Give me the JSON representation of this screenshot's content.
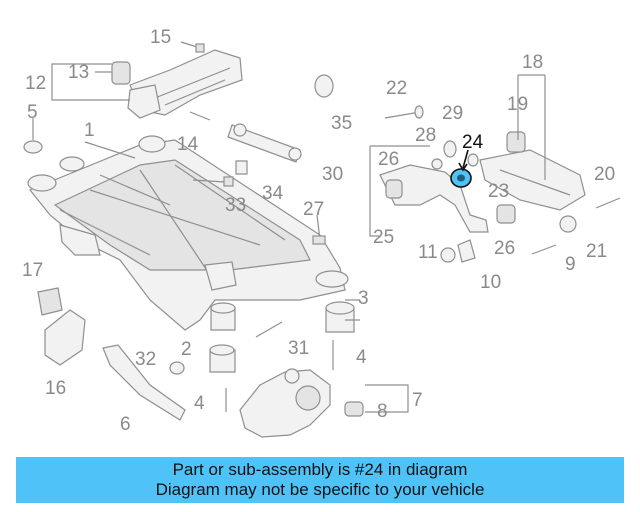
{
  "callouts": {
    "c1": "1",
    "c2": "2",
    "c3": "3",
    "c4a": "4",
    "c4b": "4",
    "c5": "5",
    "c6": "6",
    "c7": "7",
    "c8": "8",
    "c9": "9",
    "c10": "10",
    "c11": "11",
    "c12": "12",
    "c13": "13",
    "c14": "14",
    "c15": "15",
    "c16": "16",
    "c17": "17",
    "c18": "18",
    "c19": "19",
    "c20": "20",
    "c21": "21",
    "c22": "22",
    "c23": "23",
    "c24": "24",
    "c25": "25",
    "c26a": "26",
    "c26b": "26",
    "c27": "27",
    "c28": "28",
    "c29": "29",
    "c30": "30",
    "c31": "31",
    "c32": "32",
    "c33": "33",
    "c34": "34",
    "c35": "35"
  },
  "colors": {
    "highlight_part": "#4fc3f7",
    "banner_bg": "#4fc3f7",
    "line_art": "#8f8f8f"
  },
  "banner": {
    "line1": "Part or sub-assembly is #24 in diagram",
    "line2": "Diagram may not be specific to your vehicle"
  }
}
